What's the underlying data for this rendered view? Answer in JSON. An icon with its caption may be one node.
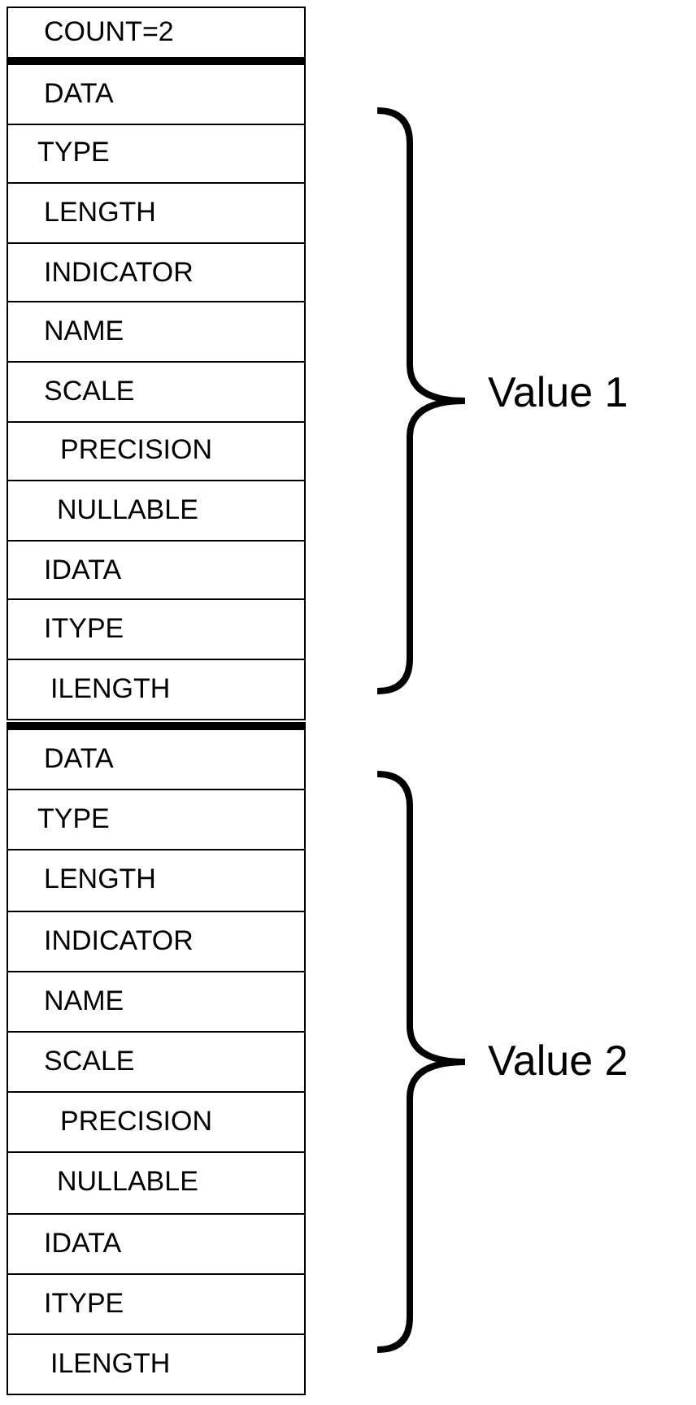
{
  "diagram": {
    "nodes": [
      {
        "text": [
          "COUNT=2"
        ]
      },
      {
        "text": [
          "DATA"
        ]
      },
      {
        "text": [
          "TYPE"
        ]
      },
      {
        "text": [
          "LENGTH"
        ]
      },
      {
        "text": [
          "INDICATOR"
        ]
      },
      {
        "text": [
          "NAME"
        ]
      },
      {
        "text": [
          "SCALE"
        ]
      },
      {
        "text": [
          "PRECISION"
        ]
      },
      {
        "text": [
          "NULLABLE"
        ]
      },
      {
        "text": [
          "IDATA"
        ]
      },
      {
        "text": [
          "ITYPE"
        ]
      },
      {
        "text": [
          "ILENGTH"
        ]
      },
      {
        "text": [
          "DATA"
        ]
      },
      {
        "text": [
          "TYPE"
        ]
      },
      {
        "text": [
          "LENGTH"
        ]
      },
      {
        "text": [
          "INDICATOR"
        ]
      },
      {
        "text": [
          "NAME"
        ]
      },
      {
        "text": [
          "SCALE"
        ]
      },
      {
        "text": [
          "PRECISION"
        ]
      },
      {
        "text": [
          "NULLABLE"
        ]
      },
      {
        "text": [
          "IDATA"
        ]
      },
      {
        "text": [
          "ITYPE"
        ]
      },
      {
        "text": [
          "ILENGTH"
        ]
      }
    ],
    "labels": [
      "Value 1",
      "Value 2"
    ]
  }
}
